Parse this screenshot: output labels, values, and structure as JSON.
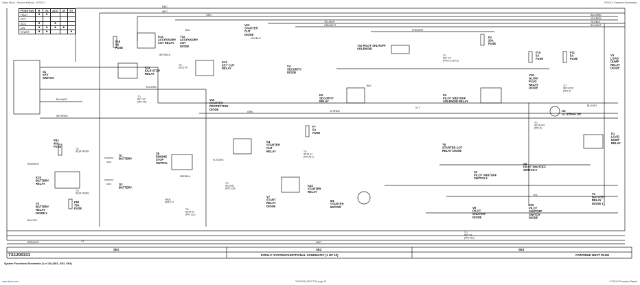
{
  "page": {
    "header_left": "Gator Mock - Service Manual - 870GLC",
    "header_right": "870GLC Systems Schematics",
    "footer_left": "www.deere.com",
    "footer_mid": "TM12345 (15OCT19) page 21",
    "footer_right": "870GLC Excavator Repair"
  },
  "key_table": {
    "headers": [
      "POSITION",
      "B",
      "G1",
      "ACC",
      "M",
      "ST"
    ],
    "rows": [
      {
        "label": "HEAT",
        "dots": [
          "●",
          "●",
          "",
          "",
          "",
          ""
        ]
      },
      {
        "label": "OFF",
        "dots": [
          "",
          "",
          "",
          "",
          "",
          ""
        ]
      },
      {
        "label": "ACC",
        "dots": [
          "●",
          "",
          "●",
          "",
          "",
          ""
        ]
      },
      {
        "label": "ON",
        "dots": [
          "●",
          "●",
          "●",
          "●",
          "",
          ""
        ]
      },
      {
        "label": "START",
        "dots": [
          "●",
          "●",
          "",
          "",
          "●",
          "●"
        ]
      }
    ]
  },
  "components": {
    "s1": "S1\nKEY\nSWITCH",
    "f16": "F16\n5A\nFUSE",
    "k12": "K12\nACCESSORY\nCUT RELAY",
    "y11": "Y11\nACCESSORY\nCUT\nDIODE",
    "v12": "V12\nSTARTER\nCUT\nDIODE",
    "k11": "K11\nIDLE STOP\nRELAY",
    "k13": "K13\nKEY CUT\nRELAY",
    "v4": "V4\nSECURITY\nDIODE",
    "y10": "Y10 PILOT SHUTOFF\nSOLENOID",
    "f4": "F4\n20A\nFUSE",
    "f15": "F15\n5A\nFUSE",
    "f11": "F11\n5A\nFUSE",
    "v3": "V3\nLOAD\nDUMP\nRELAY\nDIODE",
    "k5": "K5\nSECURITY\nRELAY",
    "k2": "K2\nPILOT SHUTOFF\nSOLENOID RELAY",
    "v16": "V16\nGLOW\nPLUG\nRELAY\nDIODE",
    "g3": "G3\nALTERNATOR",
    "v10": "V10\nSTARTER\nPROTECTION\nDIODE",
    "f7": "F7\n5A\nFUSE",
    "k1": "K1\nLOAD\nDUMP\nRELAY",
    "fr1": "FR1\n45A\nFUSE",
    "g1": "G1\nBATTERY",
    "g2": "G2\nBATTERY",
    "s6": "S6\nENGINE\nSTOP\nSWITCH",
    "k4": "K4\nSTARTER\nCUT\nRELAY",
    "y5": "Y5\nSTARTER CUT\nRELAY DIODE",
    "s4": "S4\nPILOT SHUTOFF\nSWITCH 2",
    "s3": "S3\nPILOT SHUTOFF\nSWITCH 1",
    "k19": "K19\nBATTERY\nRELAY",
    "v2": "V2\nBATTERY\nRELAY\nDIODE 2",
    "f50": "F50\n75A\nFUSE",
    "v7": "V7\nSTART\nRELAY\nDIODE",
    "k34": "K34\nSTARTER\nRELAY",
    "m1": "M1\nSTARTER\nMOTOR",
    "v8": "V8\nPILOT\nSHUTOFF\nDIODE",
    "v20": "V20\nPILOT\nSHUTOFF\nSWITCH\nDIODE",
    "v1": "V1\nBATTERY\nRELAY\nDIODE 1"
  },
  "wire_labels": {
    "top_red": "RED",
    "top_wht": "WHT",
    "top_org": "ORG",
    "yel_blk": "YEL/BLK",
    "grn_wht": "GRN/WHT",
    "blu_red": "BLU/RED",
    "yel_red": "YEL/RED",
    "yel_wht": "YEL/WHT",
    "blk_wht": "BLK/WHT",
    "blu": "BLU",
    "pnk_wht": "PNK/WHT",
    "yel_blu": "YEL/BLU",
    "wht_blk": "WHT/BLK",
    "yel_grn": "YEL/GRN",
    "vlt_red": "VLT/RED",
    "blu_wht": "BLU/WHT",
    "vlt": "VLT",
    "grn": "GRN",
    "wht_red": "WHT/RED",
    "blk": "BLK",
    "red_blk": "RED/BLK",
    "vlt_grn": "VLT/GRN",
    "red_wht": "RED/WHT",
    "yel": "YEL",
    "blk_yel": "BLK/YEL",
    "red_wht_bottom": "RED/WHT",
    "wht_bottom": "WHT",
    "blu_yel": "BLU/YEL"
  },
  "refs": {
    "r1": "TO\nSE7 X3\n(PIN C5)",
    "r2": "TO\nSE11 R9",
    "r3": "TO\nSE7 X2\n(PIN F1,F2,F3)",
    "r4": "TO\nSE14 A1\n(PIN A17)",
    "r5": "TO\nSE13 K16\n(PIN 3)",
    "r6": "TO\nSE13 K22\n(PIN 3)",
    "r7": "TO\nSE24 FR009",
    "r8": "TO\nSE24 FR002",
    "r9": "TO\nSE13 A1\n(PIN 100)",
    "r10": "TO\nSE14 A1\n(PIN 121)",
    "r11": "FR08\nSE5 F17",
    "r12": "TO\nSE7 X3\n(PIN F13)",
    "r13": "X3"
  },
  "bottom": {
    "sections": [
      "SE1",
      "SE2",
      "SE3"
    ],
    "figure_id": "TX1200331",
    "title": "870GLC SYSTEM FUNCTIONAL SCHEMATIC (1 OF 10)",
    "continue": "CONTINUE NEXT PAGE",
    "caption": "System Functional Schematic (1 of 10) (SE1, SE2, SE3)"
  },
  "colors": {
    "line": "#1a1a1a",
    "link": "#1a4fb3"
  }
}
